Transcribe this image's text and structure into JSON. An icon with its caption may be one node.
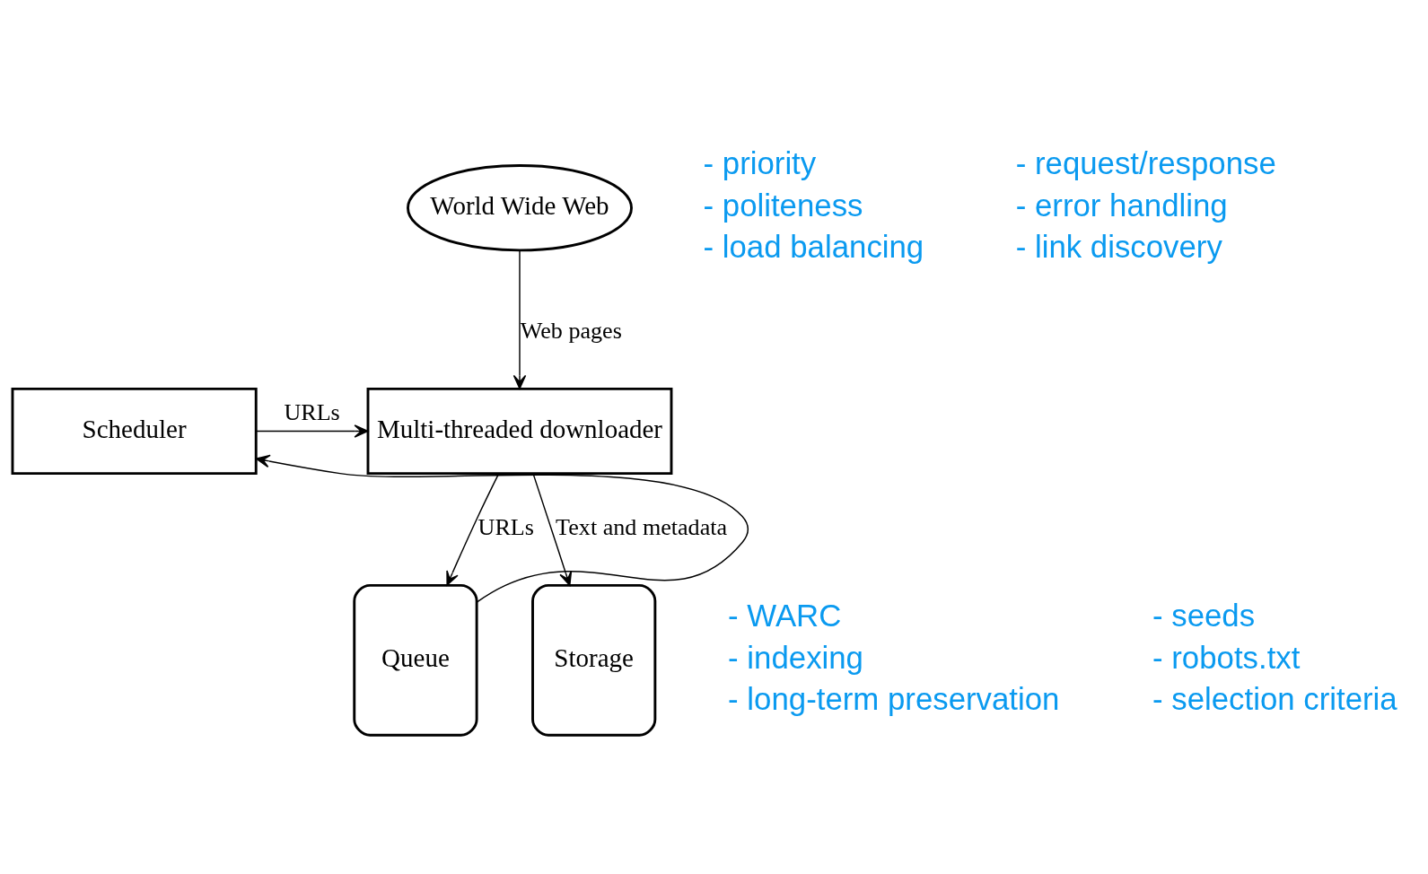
{
  "diagram": {
    "nodes": [
      {
        "text": [
          "World Wide Web"
        ]
      },
      {
        "text": [
          "Scheduler"
        ]
      },
      {
        "text": [
          "Multi-threaded downloader"
        ]
      },
      {
        "text": [
          "Queue"
        ]
      },
      {
        "text": [
          "Storage"
        ]
      }
    ],
    "edges": [
      {
        "from": 0,
        "to": 2,
        "arrow": "to",
        "label": "Web pages"
      },
      {
        "from": 1,
        "to": 2,
        "arrow": "to",
        "label": "URLs"
      },
      {
        "from": 2,
        "to": 3,
        "arrow": "to",
        "label": "URLs"
      },
      {
        "from": 3,
        "to": 1,
        "arrow": "to"
      },
      {
        "from": 2,
        "to": 4,
        "arrow": "to",
        "label": "Text and metadata"
      }
    ],
    "labels": [
      "- priority",
      "- politeness",
      "- load balancing",
      "- request/response",
      "- error handling",
      "- link discovery",
      "- WARC",
      "- indexing",
      "- long-term preservation",
      "- seeds",
      "- robots.txt",
      "- selection criteria"
    ]
  }
}
